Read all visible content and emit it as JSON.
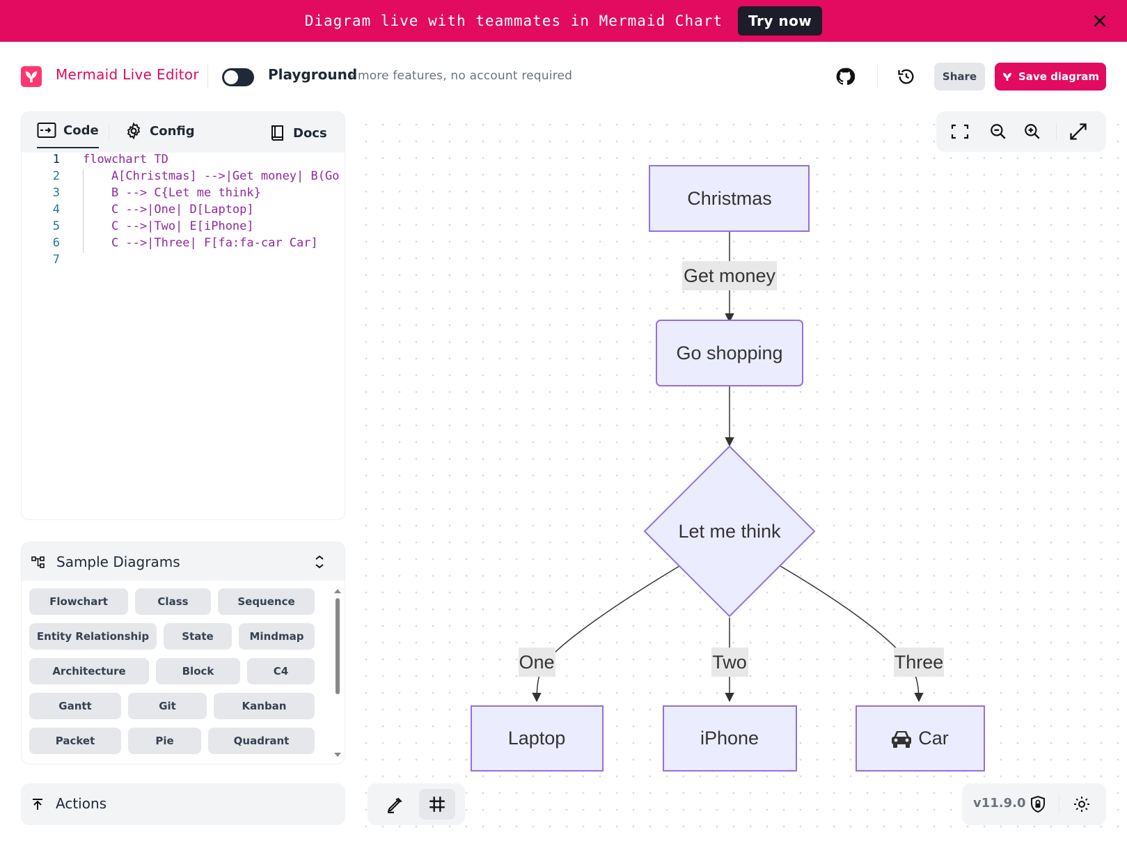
{
  "banner": {
    "text": "Diagram live with teammates in Mermaid Chart",
    "cta": "Try now"
  },
  "header": {
    "app_title": "Mermaid Live Editor",
    "playground_label": "Playground",
    "playground_sub": "- more features, no account required",
    "share_label": "Share",
    "save_label": "Save diagram"
  },
  "editor": {
    "tabs": [
      {
        "label": "Code"
      },
      {
        "label": "Config"
      },
      {
        "label": "Docs"
      }
    ],
    "line_numbers": [
      "1",
      "2",
      "3",
      "4",
      "5",
      "6",
      "7"
    ],
    "code_lines": [
      "flowchart TD",
      "    A[Christmas] -->|Get money| B(Go",
      "    B --> C{Let me think}",
      "    C -->|One| D[Laptop]",
      "    C -->|Two| E[iPhone]",
      "    C -->|Three| F[fa:fa-car Car]",
      ""
    ]
  },
  "samples": {
    "title": "Sample Diagrams",
    "items": [
      "Flowchart",
      "Class",
      "Sequence",
      "Entity Relationship",
      "State",
      "Mindmap",
      "Architecture",
      "Block",
      "C4",
      "Gantt",
      "Git",
      "Kanban",
      "Packet",
      "Pie",
      "Quadrant"
    ]
  },
  "actions": {
    "label": "Actions"
  },
  "diagram": {
    "nodes": {
      "a": "Christmas",
      "b": "Go shopping",
      "c": "Let me think",
      "d": "Laptop",
      "e": "iPhone",
      "f": "Car"
    },
    "edges": {
      "ab": "Get money",
      "cd": "One",
      "ce": "Two",
      "cf": "Three"
    }
  },
  "version": "v11.9.0",
  "colors": {
    "brand": "#e20b60",
    "node_fill": "#ececff",
    "node_stroke": "#9370db"
  }
}
